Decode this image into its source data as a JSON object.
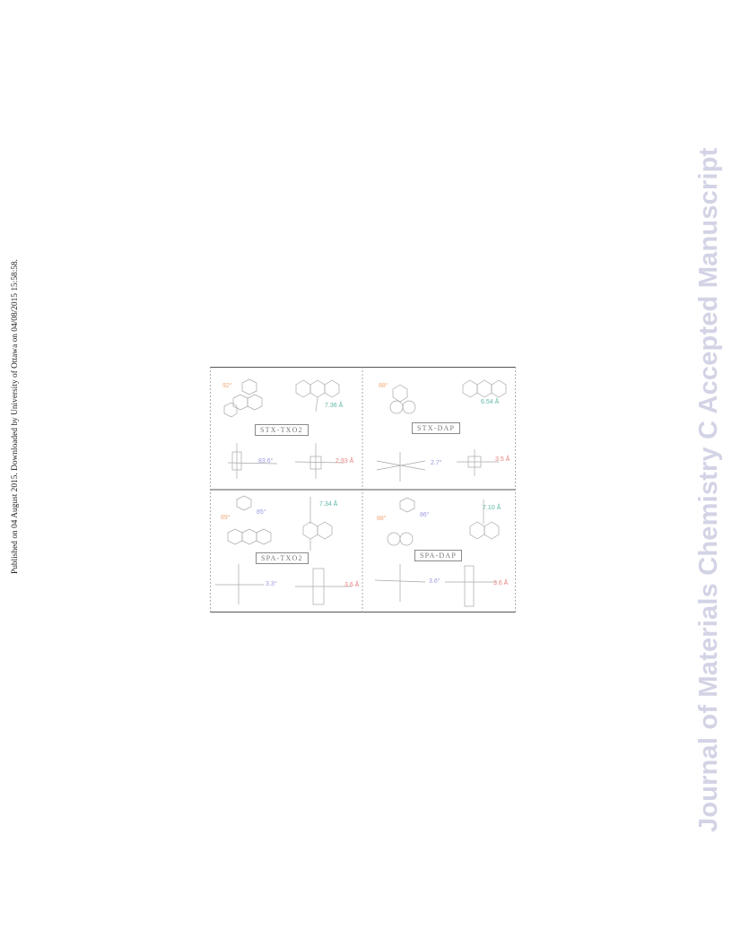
{
  "side_note": "Published on 04 August 2015. Downloaded by University of Ottawa on 04/08/2015 15:58:58.",
  "watermark": "Journal of Materials Chemistry C Accepted Manuscript",
  "colors": {
    "watermark": "#d3d3e6",
    "frame": "#555555",
    "divider": "#9a9a9a",
    "angle_label": "#f0a878",
    "distance_label": "#5fb8a8",
    "dihedral_label": "#9a9ae0",
    "offset_label": "#e88080",
    "molecule_line": "#9a9a9a"
  },
  "figure": {
    "panels": [
      {
        "label": "STX-TXO2",
        "angle": "92°",
        "distance": "7.36 Å",
        "lower_left": "83.6°",
        "lower_right": "2.93 Å"
      },
      {
        "label": "STX-DAP",
        "angle": "88°",
        "distance": "6.54 Å",
        "lower_left": "2.7°",
        "lower_right": "3.5 Å"
      },
      {
        "label": "SPA-TXO2",
        "angle": "89°",
        "distance": "7.34 Å",
        "dihedral": "85°",
        "lower_left": "3.3°",
        "lower_right": "3.6 Å"
      },
      {
        "label": "SPA-DAP",
        "angle": "88°",
        "distance": "7.10 Å",
        "dihedral": "86°",
        "lower_left": "3.6°",
        "lower_right": "3.6 Å"
      }
    ]
  }
}
